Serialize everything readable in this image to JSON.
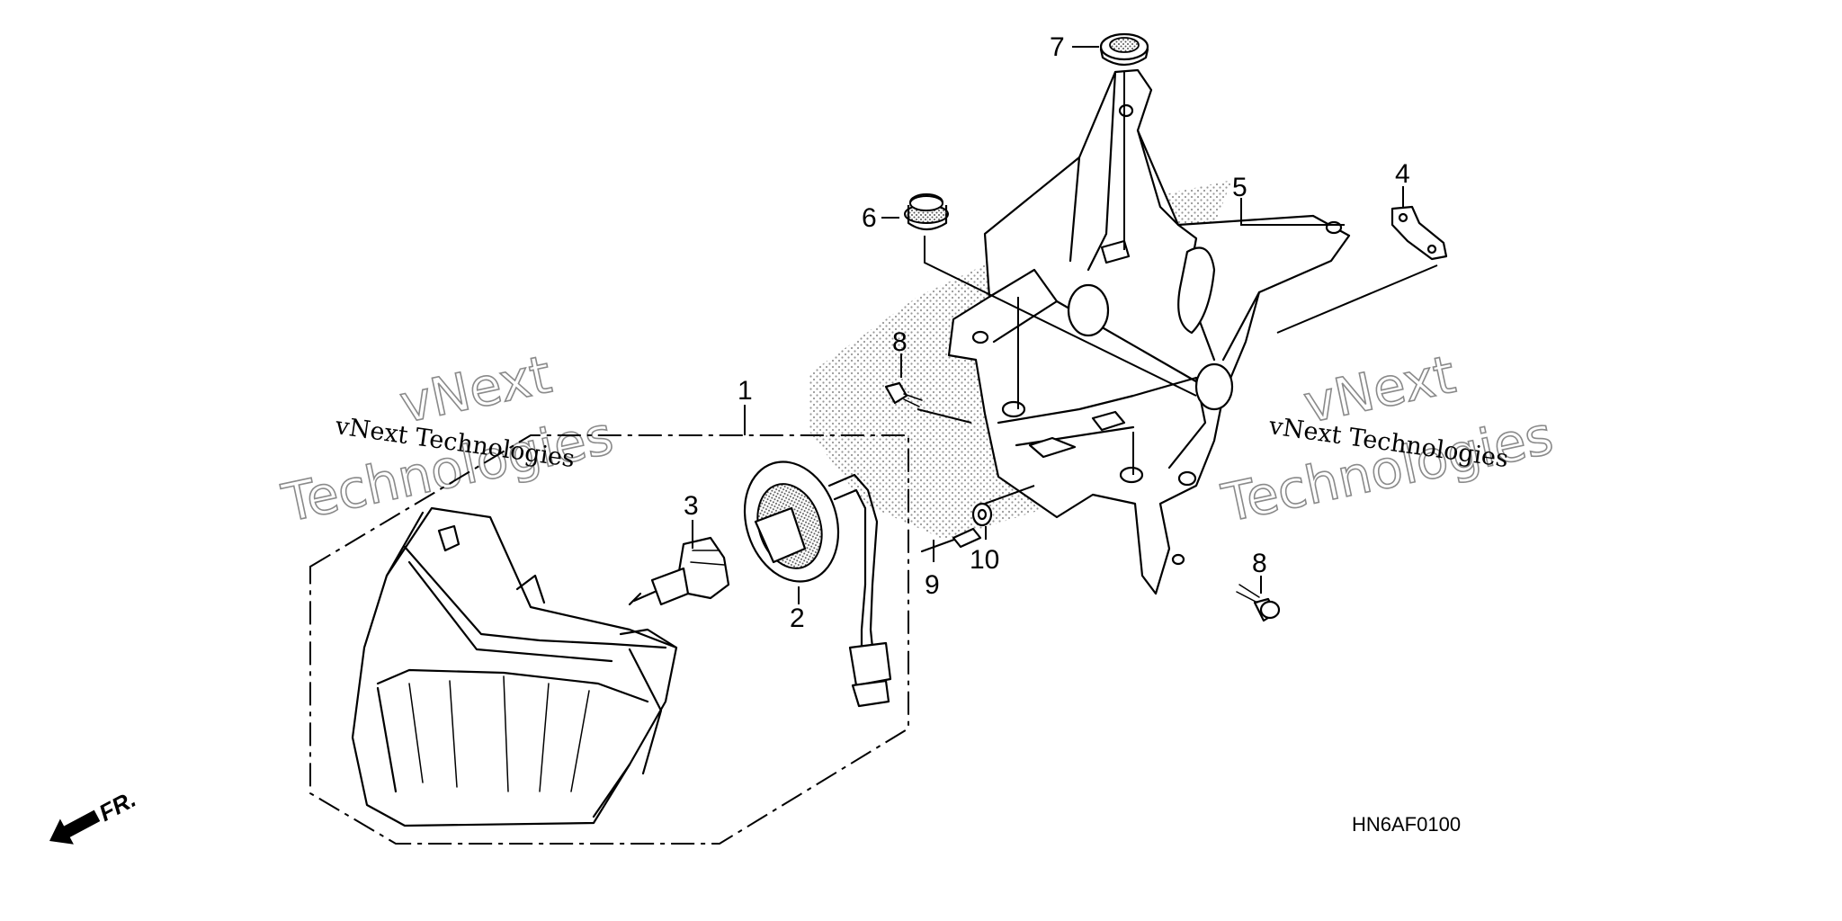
{
  "diagram": {
    "drawing_code": "HN6AF0100",
    "direction_label": "FR.",
    "watermark": {
      "brand_line": "vNext Technologies",
      "big_word_1": "vNext",
      "big_word_2": "Technologies"
    },
    "callouts": [
      {
        "id": "c1",
        "label": "1"
      },
      {
        "id": "c2",
        "label": "2"
      },
      {
        "id": "c3",
        "label": "3"
      },
      {
        "id": "c4",
        "label": "4"
      },
      {
        "id": "c5",
        "label": "5"
      },
      {
        "id": "c6",
        "label": "6"
      },
      {
        "id": "c7",
        "label": "7"
      },
      {
        "id": "c8a",
        "label": "8"
      },
      {
        "id": "c8b",
        "label": "8"
      },
      {
        "id": "c9",
        "label": "9"
      },
      {
        "id": "c10",
        "label": "10"
      }
    ]
  }
}
